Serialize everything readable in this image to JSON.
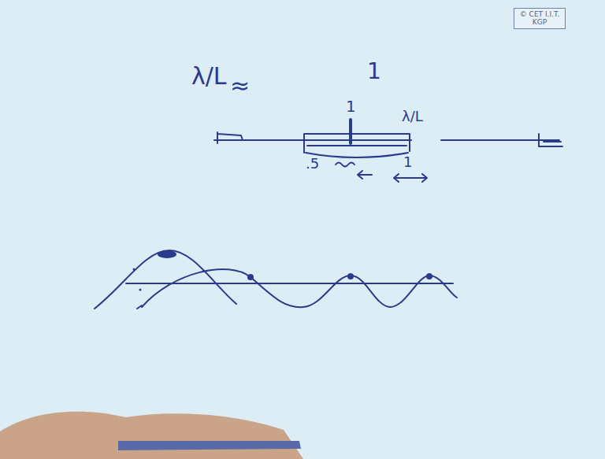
{
  "diagram": {
    "nodes": [
      {
        "text": [
          "© CET I.I.T. KGP"
        ]
      }
    ],
    "labels": [
      "λ/L",
      "≈",
      "1",
      "1",
      "λ/L",
      ".5",
      "1"
    ]
  }
}
